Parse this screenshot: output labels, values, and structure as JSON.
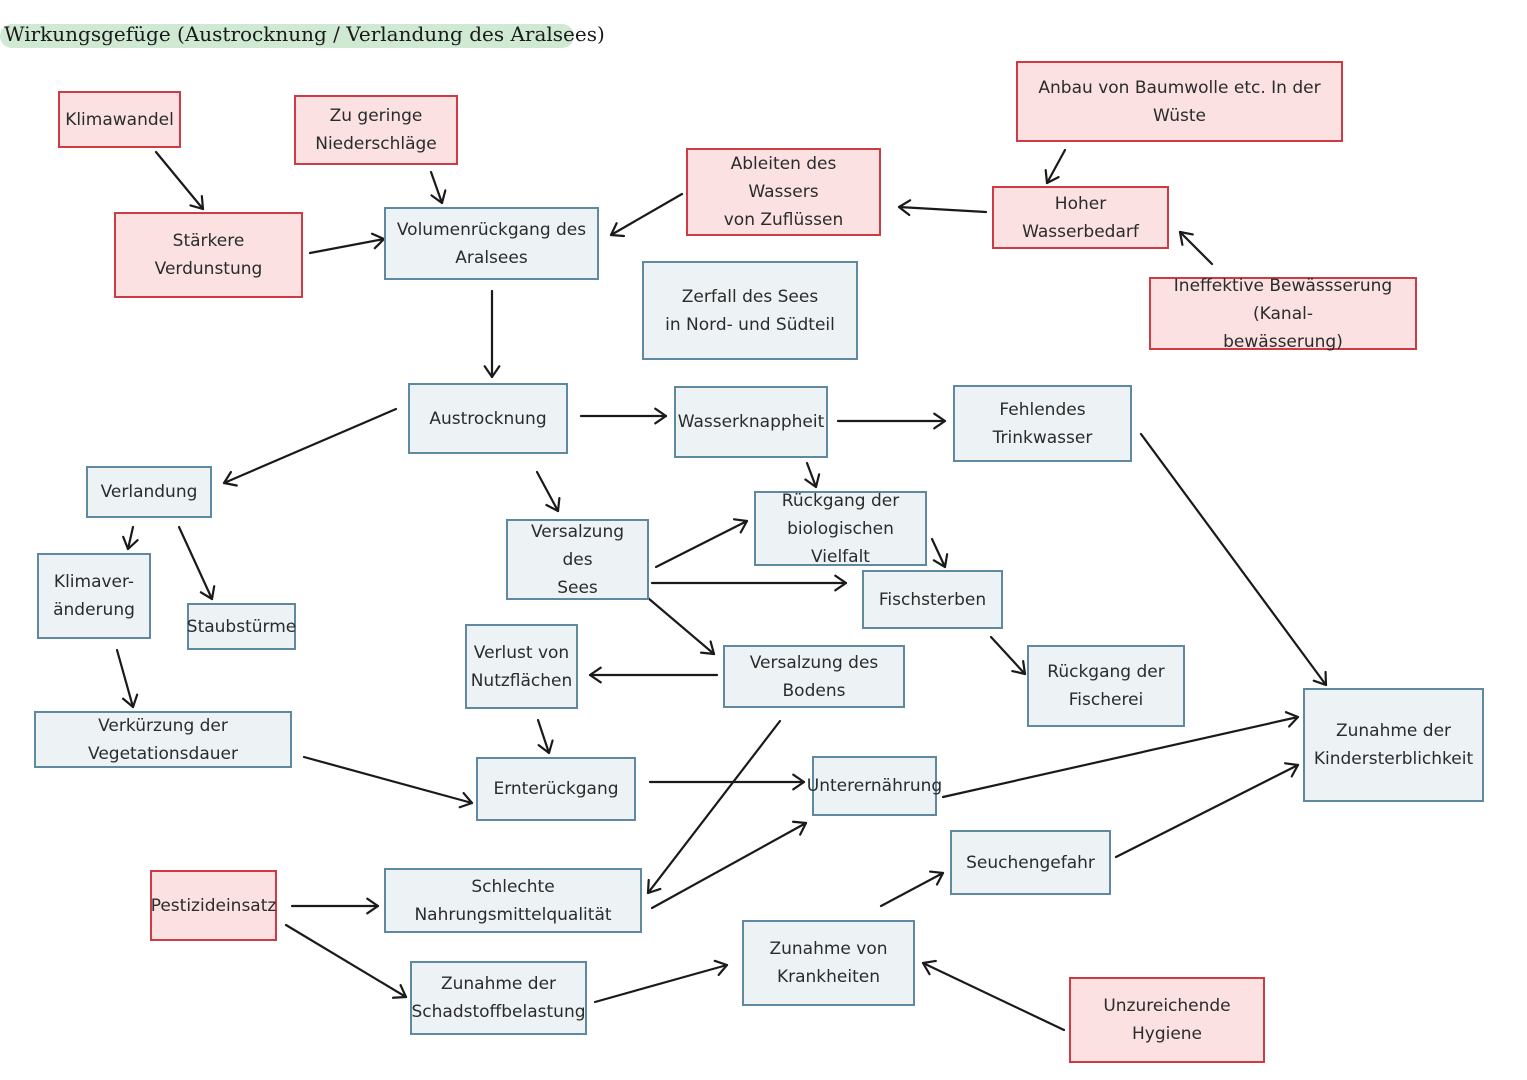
{
  "title": "Wirkungsgefüge (Austrocknung / Verlandung des Aralsees)",
  "colors": {
    "cause_fill": "#fbe1e2",
    "cause_border": "#cd3b45",
    "effect_fill": "#edf3f5",
    "effect_border": "#5f88a1",
    "title_highlight": "#cfe9d3"
  },
  "nodes": {
    "klimawandel": "Klimawandel",
    "zu_geringe_niederschlaege": "Zu geringe\nNiederschläge",
    "staerkere_verdunstung": "Stärkere Verdunstung",
    "volumenrueckgang": "Volumenrückgang des\nAralsees",
    "ableiten_wasser": "Ableiten des Wassers\nvon Zuflüssen",
    "anbau_baumwolle": "Anbau von Baumwolle etc. In der Wüste",
    "hoher_wasserbedarf": "Hoher Wasserbedarf",
    "ineffektive_bewaesserung": "Ineffektive Bewässserung (Kanal-\nbewässerung)",
    "zerfall_see": "Zerfall des Sees\nin Nord- und Südteil",
    "austrocknung": "Austrocknung",
    "wasserknappheit": "Wasserknappheit",
    "fehlendes_trinkwasser": "Fehlendes Trinkwasser",
    "verlandung": "Verlandung",
    "klimaveraenderung": "Klimaver-\nänderung",
    "staubstuerme": "Staubstürme",
    "versalzung_see": "Versalzung des\nSees",
    "rueckgang_vielfalt": "Rückgang der\nbiologischen Vielfalt",
    "fischsterben": "Fischsterben",
    "verlust_nutzflaechen": "Verlust von\nNutzflächen",
    "versalzung_boden": "Versalzung des Bodens",
    "rueckgang_fischerei": "Rückgang der\nFischerei",
    "verkuerzung_vegetation": "Verkürzung der Vegetationsdauer",
    "ernterueckgang": "Ernterückgang",
    "unterernaehrung": "Unterernährung",
    "zunahme_kindersterblichkeit": "Zunahme der\nKindersterblichkeit",
    "seuchengefahr": "Seuchengefahr",
    "pestizideinsatz": "Pestizideinsatz",
    "schlechte_nahrung": "Schlechte Nahrungsmittelqualität",
    "zunahme_schadstoff": "Zunahme der\nSchadstoffbelastung",
    "zunahme_krankheiten": "Zunahme von\nKrankheiten",
    "unzureichende_hygiene": "Unzureichende Hygiene"
  }
}
